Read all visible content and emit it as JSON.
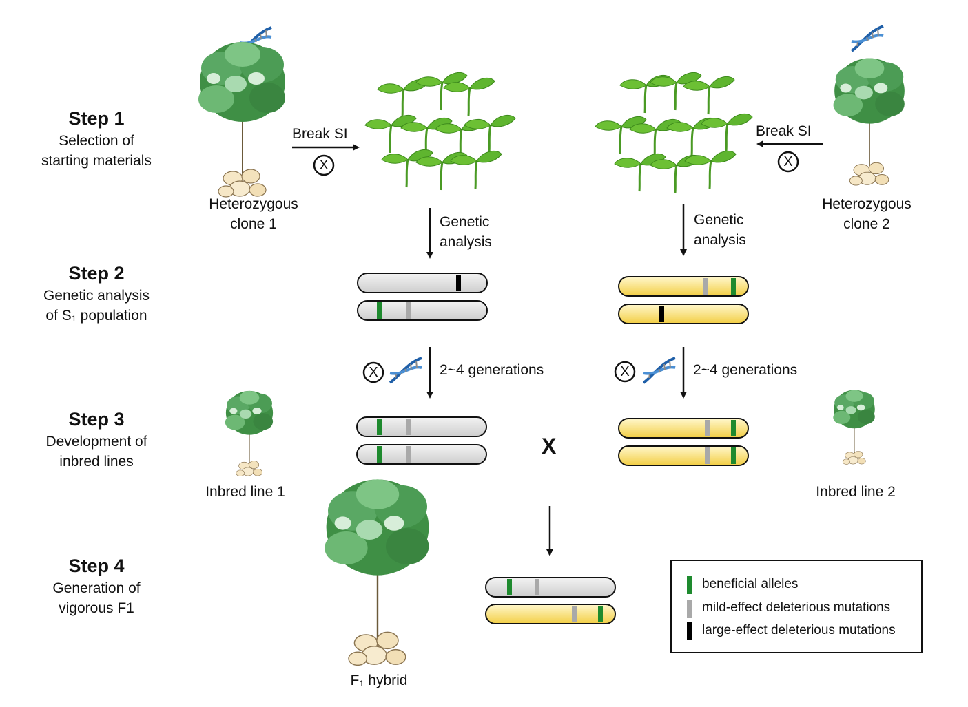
{
  "steps": [
    {
      "title": "Step 1",
      "desc": [
        "Selection of",
        "starting materials"
      ]
    },
    {
      "title": "Step 2",
      "desc": [
        "Genetic analysis",
        "of S₁ population"
      ]
    },
    {
      "title": "Step 3",
      "desc": [
        "Development of",
        "inbred lines"
      ]
    },
    {
      "title": "Step 4",
      "desc": [
        "Generation of",
        "vigorous F1"
      ]
    }
  ],
  "labels": {
    "clone1": [
      "Heterozygous",
      "clone 1"
    ],
    "clone2": [
      "Heterozygous",
      "clone 2"
    ],
    "break_si_left": "Break SI",
    "break_si_right": "Break SI",
    "self_symbol": "X",
    "genetic_analysis_left": [
      "Genetic",
      "analysis"
    ],
    "genetic_analysis_right": [
      "Genetic",
      "analysis"
    ],
    "generations_left": "2~4 generations",
    "generations_right": "2~4 generations",
    "inbred1": "Inbred line 1",
    "inbred2": "Inbred line 2",
    "cross": "X",
    "f1_hybrid": "F₁ hybrid"
  },
  "legend": [
    {
      "label": "beneficial alleles",
      "color": "#1e8a2e"
    },
    {
      "label": "mild-effect deleterious mutations",
      "color": "#a9a9a9"
    },
    {
      "label": "large-effect deleterious mutations",
      "color": "#000000"
    }
  ],
  "colors": {
    "chromosome_grey": "#d6d6d6",
    "chromosome_yellow": "#f5d54f",
    "seedling_green": "#5fb52f",
    "dna_blue": "#2b6cb3"
  },
  "icons": [
    "dna-helix-icon",
    "self-pollination-icon",
    "potato-plant-icon",
    "seedling-icon"
  ]
}
